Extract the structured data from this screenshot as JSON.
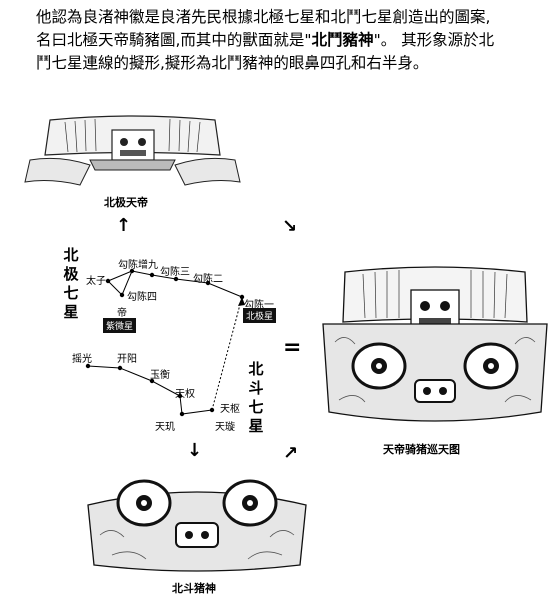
{
  "paragraph": {
    "line1": "他認為良渚神徽是良渚先民根據北極七星和北鬥七星創造出的圖案,",
    "line2a": "名曰北極天帝騎豬圖,而其中的獸面就是\"",
    "line2b": "北鬥豬神",
    "line2c": "\"。 其形象源於北",
    "line3": "鬥七星連線的擬形,擬形為北鬥豬神的眼鼻四孔和右半身。"
  },
  "captions": {
    "top": "北极天帝",
    "right": "天帝骑猪巡天图",
    "bottom": "北斗猪神"
  },
  "arrows": {
    "up": "↑",
    "down_right": "↘",
    "down": "↓",
    "up_right": "↗",
    "equals": "="
  },
  "constellation": {
    "north_pole_title": "北极七星",
    "big_dipper_title": "北斗七星",
    "north_pole_stars": [
      "太子",
      "勾陈增九",
      "勾陈三",
      "勾陈二",
      "勾陈一",
      "勾陈四",
      "帝"
    ],
    "big_dipper_stars": [
      "摇光",
      "开阳",
      "玉衡",
      "天权",
      "天枢",
      "天玑",
      "天璇"
    ],
    "tag_ziwei": "紫微星",
    "tag_jixing": "北极星"
  }
}
